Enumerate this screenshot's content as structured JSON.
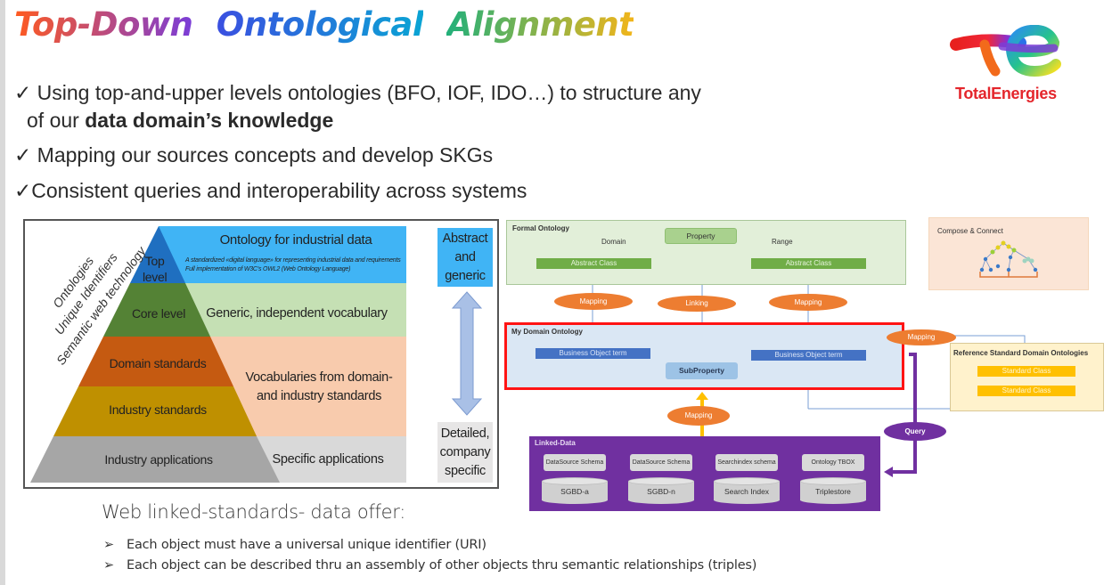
{
  "title": {
    "words": [
      {
        "text": "Top-Down",
        "gradient": [
          "#ff5a1f",
          "#7a3dd8"
        ]
      },
      {
        "text": "Ontological",
        "gradient": [
          "#3a4fe0",
          "#0aa4d4"
        ]
      },
      {
        "text": "Alignment",
        "gradient": [
          "#22b07a",
          "#f2b51a"
        ]
      }
    ]
  },
  "logo": {
    "name": "TotalEnergies",
    "brand_color": "#e4262c"
  },
  "bullets": {
    "check_glyph": "✓",
    "item1_line1": "Using top-and-upper levels ontologies (BFO, IOF, IDO…) to structure any",
    "item1_line2_prefix": "of our ",
    "item1_line2_bold": "data domain’s knowledge",
    "item2": "Mapping our sources concepts and develop SKGs",
    "item3": "Consistent queries and interoperability across systems"
  },
  "pyramid": {
    "diagonal_labels": [
      "Ontologies",
      "Unique Identifiers",
      "Semantic web technology"
    ],
    "levels": [
      {
        "label_line1": "Top",
        "label_line2": "level",
        "color": "#1f6fc0",
        "band_color": "#40b4f5"
      },
      {
        "label": "Core level",
        "color": "#548235",
        "band_color": "#c5e0b4"
      },
      {
        "label": "Domain standards",
        "color": "#c55a11",
        "band_color": "#f8cbad"
      },
      {
        "label": "Industry standards",
        "color": "#bf9000",
        "band_color": "#f8cbad"
      },
      {
        "label": "Industry applications",
        "color": "#a6a6a6",
        "band_color": "#d9d9d9"
      }
    ],
    "descriptions": {
      "top_title": "Ontology for industrial data",
      "top_sub1": "A standardized «digital language» for representing industrial data and requirements",
      "top_sub2": "Full implementation of W3C’s OWL2 (Web Ontology Language)",
      "core": "Generic, independent vocabulary",
      "domain_industry": "Vocabularies from domain- and industry standards",
      "applications": "Specific applications"
    },
    "scale": {
      "top_label": "Abstract and generic",
      "bottom_label": "Detailed, company specific"
    }
  },
  "architecture": {
    "formal_ontology": {
      "title": "Formal Ontology",
      "property": "Property",
      "domain_label": "Domain",
      "range_label": "Range",
      "class_left": "Abstract Class",
      "class_right": "Abstract Class"
    },
    "connectors": {
      "mapping_left": "Mapping",
      "linking": "Linking",
      "mapping_right": "Mapping",
      "mapping_ref": "Mapping",
      "mapping_bottom": "Mapping",
      "query": "Query"
    },
    "domain_ontology": {
      "title": "My Domain Ontology",
      "term_left": "Business Object term",
      "term_right": "Business Object term",
      "subproperty": "SubProperty"
    },
    "compose": {
      "title": "Compose & Connect"
    },
    "reference": {
      "title": "Reference Standard Domain Ontologies",
      "class1": "Standard Class",
      "class2": "Standard Class"
    },
    "linked_data": {
      "title": "Linked-Data",
      "stores": [
        {
          "schema": "DataSource Schema",
          "store": "SGBD-a"
        },
        {
          "schema": "DataSource Schema",
          "store": "SGBD-n"
        },
        {
          "schema": "Searchindex schema",
          "store": "Search Index"
        },
        {
          "schema": "Ontology TBOX",
          "store": "Triplestore"
        }
      ]
    }
  },
  "web_offer": {
    "title": "Web linked-standards- data offer:",
    "arrow_glyph": "➢",
    "items": [
      "Each object must have a universal unique identifier (URI)",
      "Each object can be described thru an assembly of other objects thru semantic relationships (triples)"
    ]
  }
}
